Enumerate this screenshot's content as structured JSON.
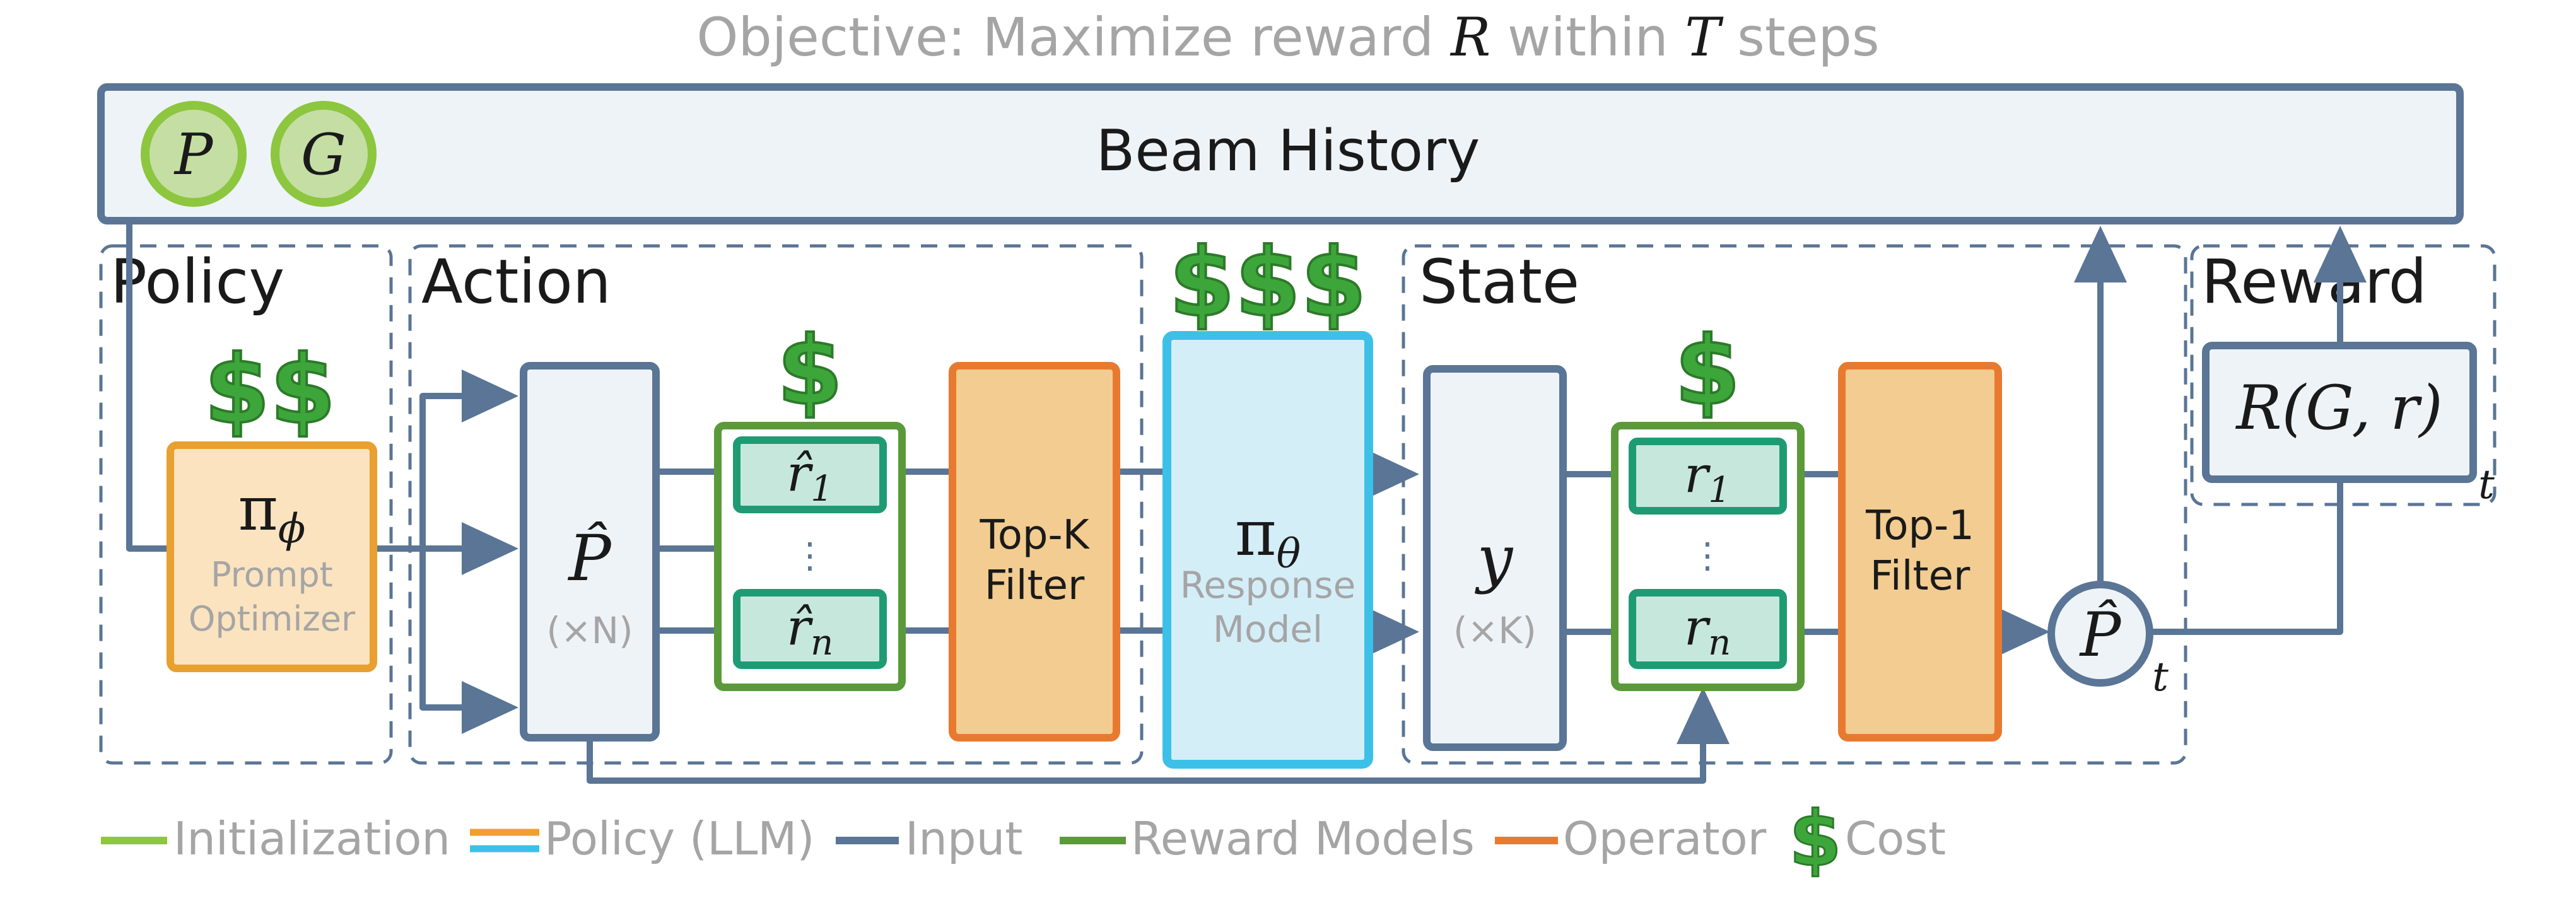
{
  "objective": {
    "prefix": "Objective: Maximize reward ",
    "reward_var": "R",
    "middle": " within ",
    "steps_var": "T",
    "suffix": " steps"
  },
  "history": {
    "title": "Beam History",
    "badge_p": "P",
    "badge_g": "G"
  },
  "sections": {
    "policy": "Policy",
    "action": "Action",
    "state": "State",
    "reward": "Reward"
  },
  "costs": {
    "prompt_optimizer": "$$",
    "action_reward_models": "$",
    "response_model": "$$$",
    "state_reward_models": "$"
  },
  "prompt_optimizer": {
    "symbol": "π",
    "subscript": "ϕ",
    "line1": "Prompt",
    "line2": "Optimizer"
  },
  "prompt_candidates": {
    "symbol": "P̂",
    "count": "(×N)"
  },
  "action_rewards": {
    "first": "r̂",
    "first_sub": "1",
    "dots": "⋮",
    "last": "r̂",
    "last_sub": "n"
  },
  "topk": {
    "line1": "Top-K",
    "line2": "Filter"
  },
  "response_model": {
    "symbol": "π",
    "subscript": "θ",
    "line1": "Response",
    "line2": "Model"
  },
  "responses": {
    "symbol": "y",
    "count": "(×K)"
  },
  "state_rewards": {
    "first": "r",
    "first_sub": "1",
    "dots": "⋮",
    "last": "r",
    "last_sub": "n"
  },
  "top1": {
    "line1": "Top-1",
    "line2": "Filter"
  },
  "best_prompt": {
    "symbol": "P̂",
    "subscript": "t"
  },
  "reward_fn": {
    "text": "R(G, r)",
    "subscript": "t"
  },
  "legend": {
    "items": [
      {
        "label": "Initialization",
        "color": "#8dc63f"
      },
      {
        "label": "Policy (LLM)",
        "color": "#f0a030",
        "color2": "#3dc0e8"
      },
      {
        "label": "Input",
        "color": "#5a7595"
      },
      {
        "label": "Reward Models",
        "color": "#5a9a3a"
      },
      {
        "label": "Operator",
        "color": "#e87a30"
      }
    ],
    "cost_symbol": "$",
    "cost_label": "Cost"
  },
  "colors": {
    "input": "#5a7595",
    "history_fill": "#eef3f7",
    "optimizer_border": "#e8a030",
    "optimizer_fill": "#fbe3bf",
    "operator_border": "#e87a30",
    "operator_fill": "#f2cc90",
    "response_border": "#3dc0e8",
    "response_fill": "#d4eef8",
    "rm_outer": "#5a9a3a",
    "rm_inner": "#1e9b72",
    "rm_fill": "#c6e8dc",
    "init_green": "#8dc63f",
    "cost_green": "#3da63a",
    "muted_text": "#a5a5a5",
    "dark_text": "#1a1a1a"
  }
}
